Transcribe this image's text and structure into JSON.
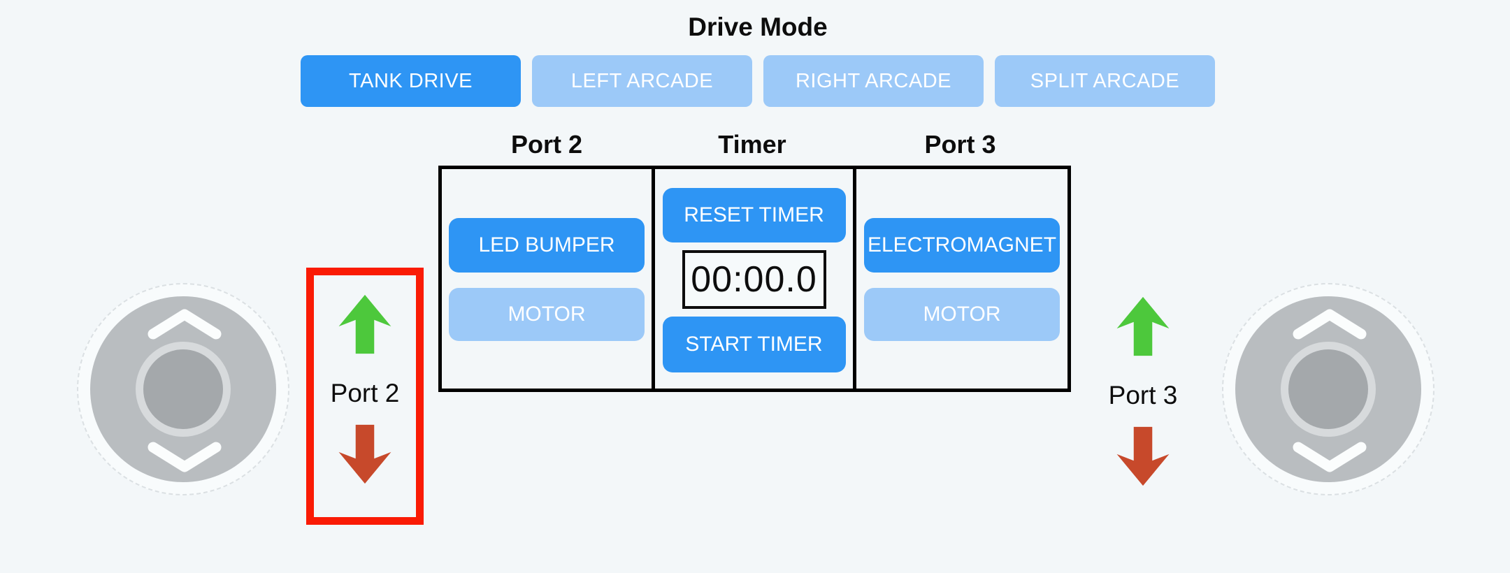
{
  "drive_mode": {
    "title": "Drive Mode",
    "buttons": [
      {
        "label": "TANK DRIVE",
        "active": true
      },
      {
        "label": "LEFT ARCADE",
        "active": false
      },
      {
        "label": "RIGHT ARCADE",
        "active": false
      },
      {
        "label": "SPLIT ARCADE",
        "active": false
      }
    ]
  },
  "control_panel": {
    "columns": [
      {
        "header": "Port 2",
        "buttons": [
          {
            "label": "LED BUMPER",
            "active": true
          },
          {
            "label": "MOTOR",
            "active": false
          }
        ]
      },
      {
        "header": "Timer",
        "reset_button": "RESET TIMER",
        "display": "00:00.0",
        "start_button": "START TIMER"
      },
      {
        "header": "Port 3",
        "buttons": [
          {
            "label": "ELECTROMAGNET",
            "active": true
          },
          {
            "label": "MOTOR",
            "active": false
          }
        ]
      }
    ]
  },
  "left_indicator": {
    "label": "Port 2",
    "selected": true
  },
  "right_indicator": {
    "label": "Port 3",
    "selected": false
  },
  "colors": {
    "background": "#f3f7f9",
    "active_button_blue": "#2e95f4",
    "inactive_button_blue": "#9cc9f8",
    "selection_outline_red": "#fa1b05",
    "up_arrow_green": "#4dc83c",
    "down_arrow_red": "#c7492b",
    "joystick_gray": "#b9bdc0"
  }
}
